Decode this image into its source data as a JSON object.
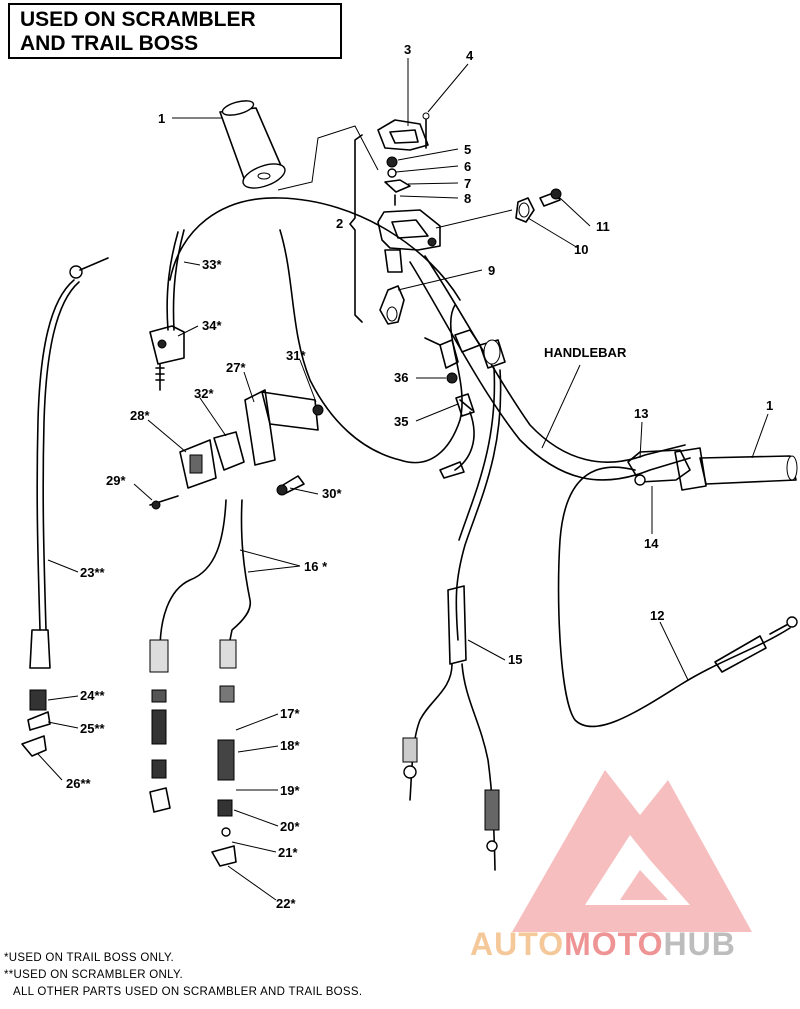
{
  "title": {
    "line1": "USED ON SCRAMBLER",
    "line2": "AND TRAIL BOSS"
  },
  "labels": {
    "p1a": "1",
    "p1b": "1",
    "p2": "2",
    "p3": "3",
    "p4": "4",
    "p5": "5",
    "p6": "6",
    "p7": "7",
    "p8": "8",
    "p9": "9",
    "p10": "10",
    "p11": "11",
    "p12": "12",
    "p13": "13",
    "p14": "14",
    "p15": "15",
    "p16": "16 *",
    "p17": "17*",
    "p18": "18*",
    "p19": "19*",
    "p20": "20*",
    "p21": "21*",
    "p22": "22*",
    "p23": "23**",
    "p24": "24**",
    "p25": "25**",
    "p26": "26**",
    "p27": "27*",
    "p28": "28*",
    "p29": "29*",
    "p30": "30*",
    "p31": "31*",
    "p32": "32*",
    "p33": "33*",
    "p34": "34*",
    "p35": "35",
    "p36": "36",
    "handlebar": "HANDLEBAR"
  },
  "notes": {
    "line1": "*USED ON TRAIL BOSS ONLY.",
    "line2": "**USED ON SCRAMBLER ONLY.",
    "line3": "ALL OTHER PARTS USED ON SCRAMBLER AND TRAIL BOSS."
  },
  "watermark": {
    "part1": "AUTO",
    "part2": "MOTO",
    "part3": "HUB",
    "colors": {
      "auto": "#f5c89a",
      "moto": "#ef9494",
      "hub": "#bdbdbd",
      "logo": "#f2a0a0"
    }
  }
}
